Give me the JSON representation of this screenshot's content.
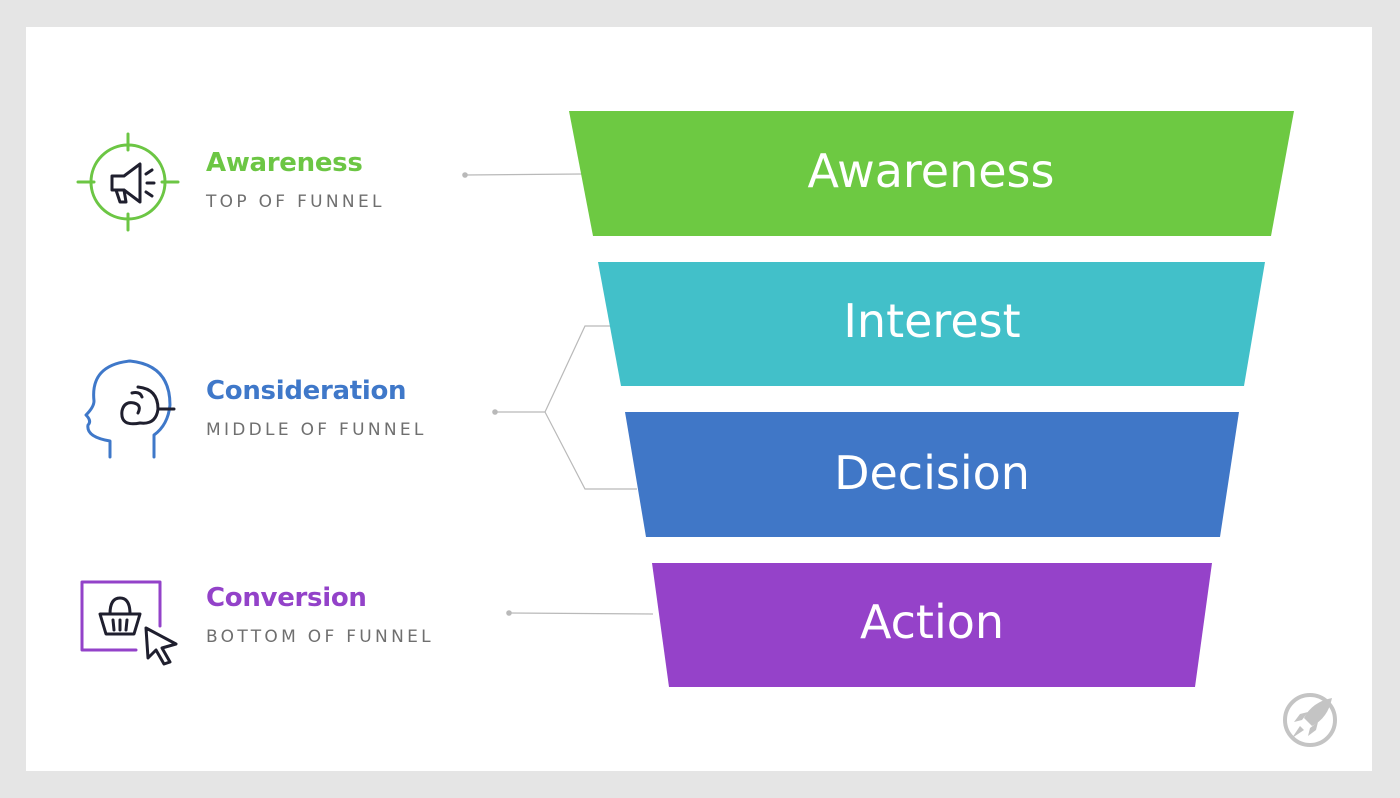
{
  "stages": [
    {
      "title": "Awareness",
      "subtitle": "TOP OF FUNNEL",
      "color": "#6cc644",
      "icon": "megaphone-target-icon"
    },
    {
      "title": "Consideration",
      "subtitle": "MIDDLE OF FUNNEL",
      "color": "#3f78c9",
      "icon": "head-thinking-icon"
    },
    {
      "title": "Conversion",
      "subtitle": "BOTTOM OF FUNNEL",
      "color": "#9342c9",
      "icon": "basket-cursor-icon"
    }
  ],
  "funnel": [
    {
      "label": "Awareness",
      "color": "#6dc942"
    },
    {
      "label": "Interest",
      "color": "#42c0c9"
    },
    {
      "label": "Decision",
      "color": "#4077c7"
    },
    {
      "label": "Action",
      "color": "#9542c9"
    }
  ],
  "connector_color": "#b9b9b9",
  "logo": "rocket-logo-icon"
}
